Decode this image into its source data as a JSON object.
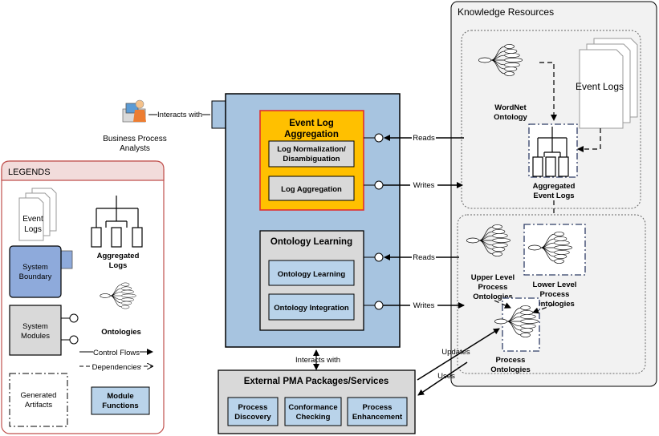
{
  "knowledge_resources": {
    "title": "Knowledge Resources",
    "event_logs": "Event Logs",
    "wordnet_line1": "WordNet",
    "wordnet_line2": "Ontology",
    "aggregated_line1": "Aggregated",
    "aggregated_line2": "Event Logs",
    "upper_line1": "Upper Level",
    "upper_line2": "Process",
    "upper_line3": "Ontologies",
    "lower_line1": "Lower Level",
    "lower_line2": "Process",
    "lower_line3": "Ontologies",
    "process_line1": "Process",
    "process_line2": "Ontologies"
  },
  "actor": {
    "line1": "Business Process",
    "line2": "Analysts",
    "interacts": "Interacts with"
  },
  "system": {
    "event_log_title_line1": "Event Log",
    "event_log_title_line2": "Aggregation",
    "log_norm_line1": "Log Normalization/",
    "log_norm_line2": "Disambiguation",
    "log_aggregation": "Log Aggregation",
    "ontology_learning_title": "Ontology Learning",
    "ontology_learning": "Ontology Learning",
    "ontology_integration": "Ontology Integration"
  },
  "flows": {
    "reads_1": "Reads",
    "writes_1": "Writes",
    "reads_2": "Reads",
    "writes_2": "Writes",
    "interacts_with": "Interacts with",
    "updates": "Updates",
    "uses": "Uses"
  },
  "external": {
    "title": "External PMA Packages/Services",
    "discovery_line1": "Process",
    "discovery_line2": "Discovery",
    "conformance_line1": "Conformance",
    "conformance_line2": "Checking",
    "enhancement_line1": "Process",
    "enhancement_line2": "Enhancement"
  },
  "legend": {
    "title": "LEGENDS",
    "event_logs_line1": "Event",
    "event_logs_line2": "Logs",
    "aggregated_line1": "Aggregated",
    "aggregated_line2": "Logs",
    "system_boundary_line1": "System",
    "system_boundary_line2": "Boundary",
    "ontologies": "Ontologies",
    "system_modules_line1": "System",
    "system_modules_line2": "Modules",
    "control_flows": "Control Flows",
    "dependencies": "Dependencies",
    "generated_line1": "Generated",
    "generated_line2": "Artifacts",
    "module_line1": "Module",
    "module_line2": "Functions"
  },
  "colors": {
    "system_boundary": "#a7c4e0",
    "aggregation_orange": "#ffc000",
    "aggregation_border": "#e03030",
    "module_fill": "#d9d9d9",
    "function_fill": "#b9d3ea",
    "legend_border": "#c0504d",
    "legend_boundary_blue": "#8eaadb"
  }
}
